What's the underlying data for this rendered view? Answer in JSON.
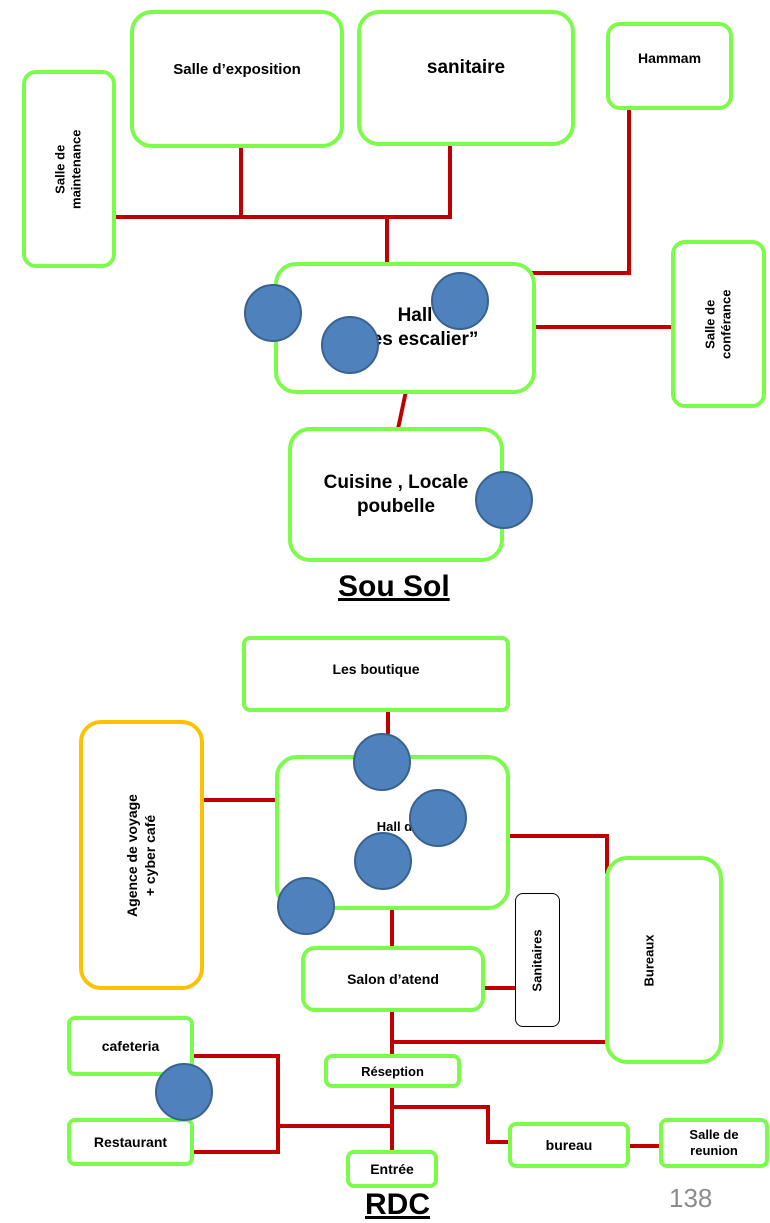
{
  "sou_sol": {
    "title": "Sou Sol",
    "rooms": {
      "exposition": "Salle d’exposition",
      "sanitaire": "sanitaire",
      "hammam": "Hammam",
      "maintenance_line1": "Salle de",
      "maintenance_line2": "maintenance",
      "hall_line1": "Hall",
      "hall_line2": "” les escalier”",
      "conference_line1": "Salle de",
      "conference_line2": "conférance",
      "cuisine_line1": "Cuisine , Locale",
      "cuisine_line2": "poubelle"
    }
  },
  "rdc": {
    "title": "RDC",
    "rooms": {
      "boutique": "Les boutique",
      "agence_line1": "Agence de voyage",
      "agence_line2": "+ cyber café",
      "hall": "Hall de l’h",
      "salon": "Salon d’atend",
      "sanitaires": "Sanitaires",
      "bureaux": "Bureaux",
      "cafeteria": "cafeteria",
      "reception": "Réseption",
      "restaurant": "Restaurant",
      "entree": "Entrée",
      "bureau": "bureau",
      "reunion_line1": "Salle de",
      "reunion_line2": "reunion"
    }
  },
  "page_number": "138",
  "colors": {
    "room_border": "#7CFC4A",
    "agency_border": "#FFC000",
    "connector": "#C00000",
    "marker": "#4F81BD"
  }
}
